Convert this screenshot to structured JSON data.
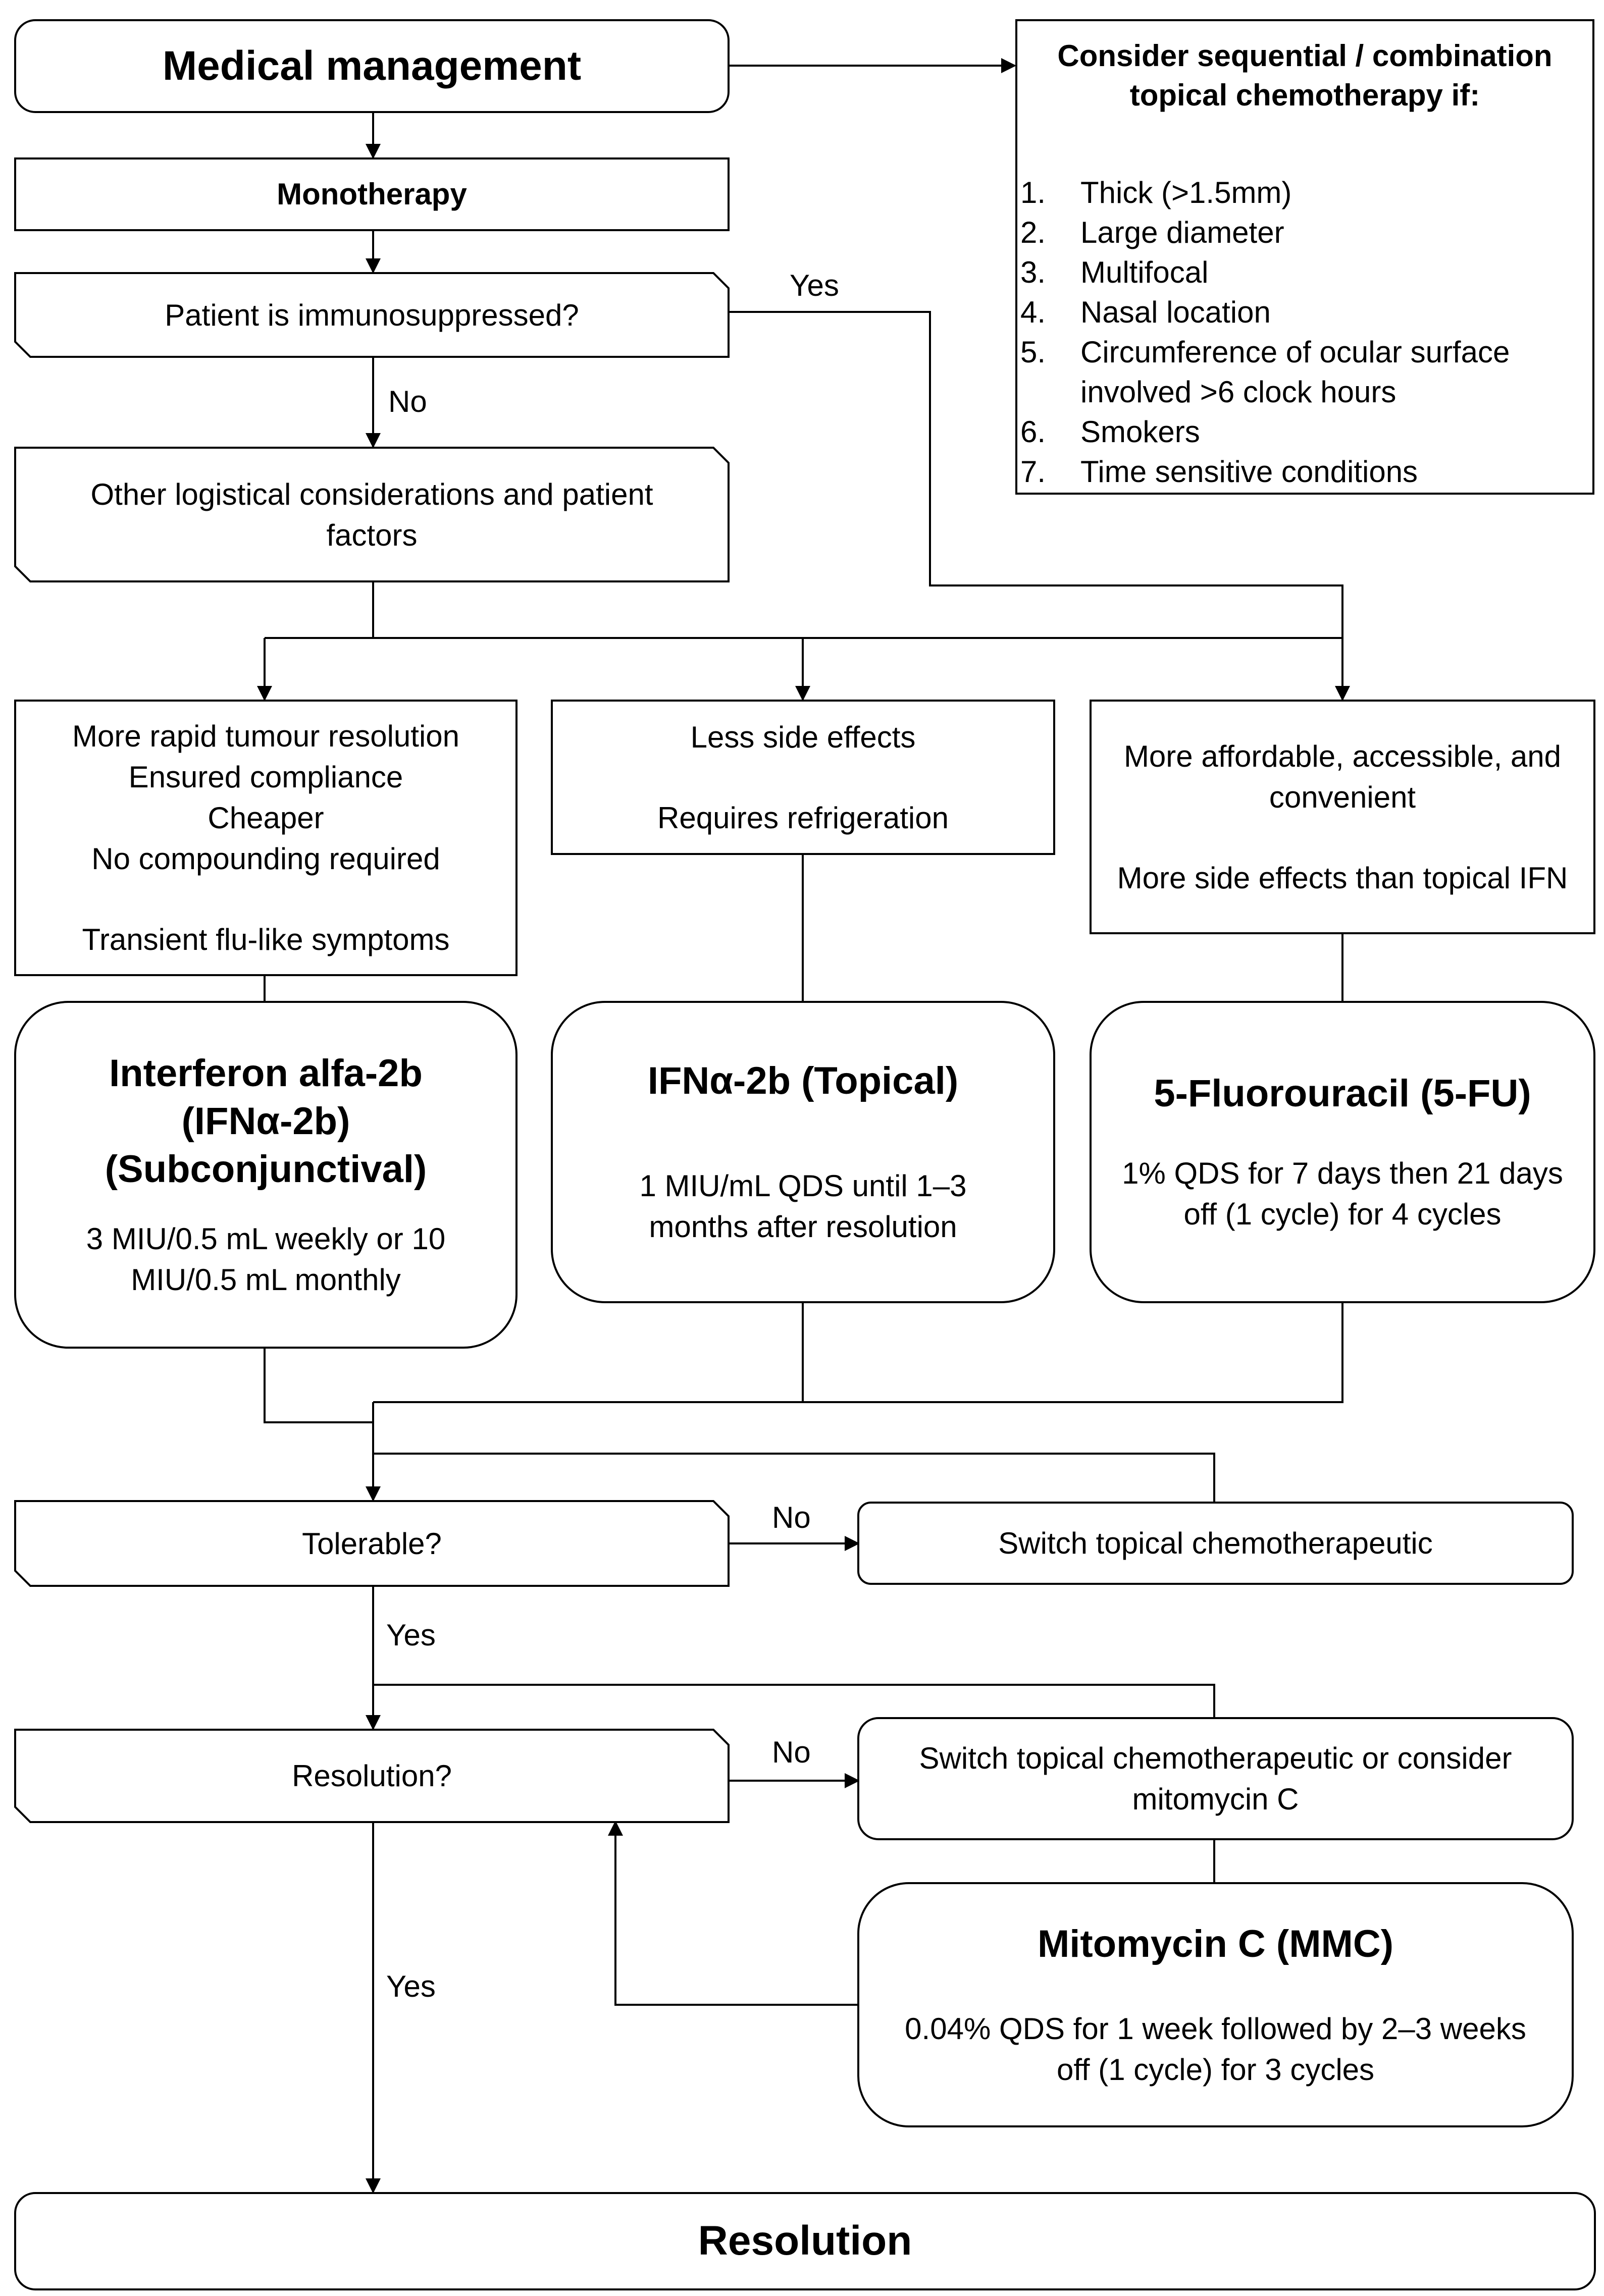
{
  "nodes": {
    "medical_management": "Medical management",
    "monotherapy": "Monotherapy",
    "immunosuppressed": "Patient is immunosuppressed?",
    "other_factors": "Other logistical considerations and patient factors",
    "subconj_factors": [
      "More rapid tumour resolution",
      "Ensured compliance",
      "Cheaper",
      "No compounding required",
      "Transient flu-like symptoms"
    ],
    "topical_ifn_factors": [
      "Less side effects",
      "Requires refrigeration"
    ],
    "fu_factors": [
      "More affordable, accessible, and convenient",
      "More side effects than topical IFN"
    ],
    "subconj_ifn": {
      "title": "Interferon alfa-2b (IFNα-2b) (Subconjunctival)",
      "dose": "3 MIU/0.5 mL weekly or 10 MIU/0.5 mL monthly"
    },
    "topical_ifn": {
      "title": "IFNα-2b (Topical)",
      "dose": "1 MIU/mL QDS until 1–3 months after resolution"
    },
    "fu": {
      "title": "5-Fluorouracil (5-FU)",
      "dose": "1% QDS for 7 days then 21 days off (1 cycle) for 4 cycles"
    },
    "tolerable": "Tolerable?",
    "switch_topical": "Switch topical chemotherapeutic",
    "resolution_q": "Resolution?",
    "switch_or_mmc": "Switch topical chemotherapeutic or consider mitomycin C",
    "mmc": {
      "title": "Mitomycin C (MMC)",
      "dose": "0.04% QDS for 1 week followed by 2–3 weeks off (1 cycle) for 3 cycles"
    },
    "resolution": "Resolution"
  },
  "criteria": {
    "heading": "Consider sequential / combination topical chemotherapy if:",
    "items": [
      {
        "n": "1.",
        "text": "Thick (>1.5mm)"
      },
      {
        "n": "2.",
        "text": "Large diameter"
      },
      {
        "n": "3.",
        "text": "Multifocal"
      },
      {
        "n": "4.",
        "text": "Nasal location"
      },
      {
        "n": "5.",
        "text": "Circumference of ocular surface involved >6 clock hours"
      },
      {
        "n": "6.",
        "text": "Smokers"
      },
      {
        "n": "7.",
        "text": "Time sensitive conditions"
      }
    ]
  },
  "edge_labels": {
    "immuno_yes": "Yes",
    "immuno_no": "No",
    "tolerable_no": "No",
    "tolerable_yes": "Yes",
    "resolution_no": "No",
    "resolution_yes": "Yes"
  },
  "colors": {
    "stroke": "#000000",
    "fill": "#ffffff",
    "text": "#000000"
  }
}
